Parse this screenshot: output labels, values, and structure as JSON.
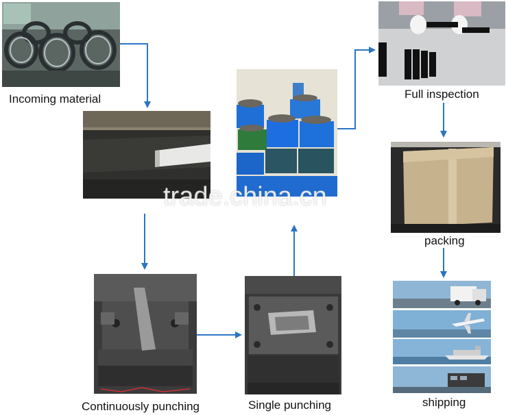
{
  "steps": {
    "incoming_material": "Incoming material",
    "full_inspection": "Full inspection",
    "packing": "packing",
    "continuously_punching": "Continuously punching",
    "single_punching": "Single punching",
    "shipping": "shipping"
  },
  "watermark": "trade.china.cn",
  "colors": {
    "arrow": "#2a74c4"
  }
}
